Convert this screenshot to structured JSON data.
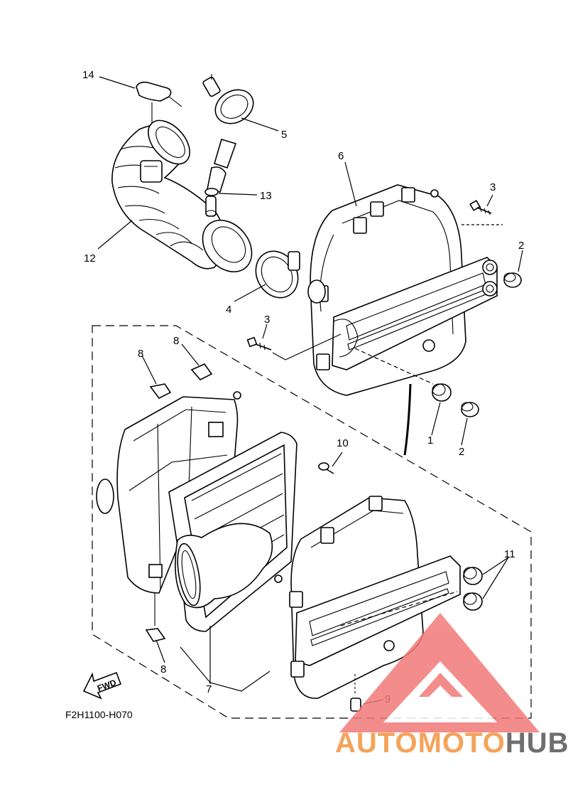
{
  "diagram_code": "F2H1100-H070",
  "fwd_label": "FWD",
  "callouts": {
    "c14": "14",
    "c5": "5",
    "c13": "13",
    "c12": "12",
    "c6": "6",
    "c3a": "3",
    "c2a": "2",
    "c4": "4",
    "c3b": "3",
    "c8a": "8",
    "c8b": "8",
    "c1": "1",
    "c2b": "2",
    "c10": "10",
    "c11": "11",
    "c8c": "8",
    "c7": "7",
    "c9": "9"
  },
  "watermark": {
    "part1": "AUTOMOTO",
    "part2": "HUB",
    "color_accent": "#f4a35a",
    "color_dark": "#6e6e6e",
    "logo_color": "#f07a78"
  }
}
